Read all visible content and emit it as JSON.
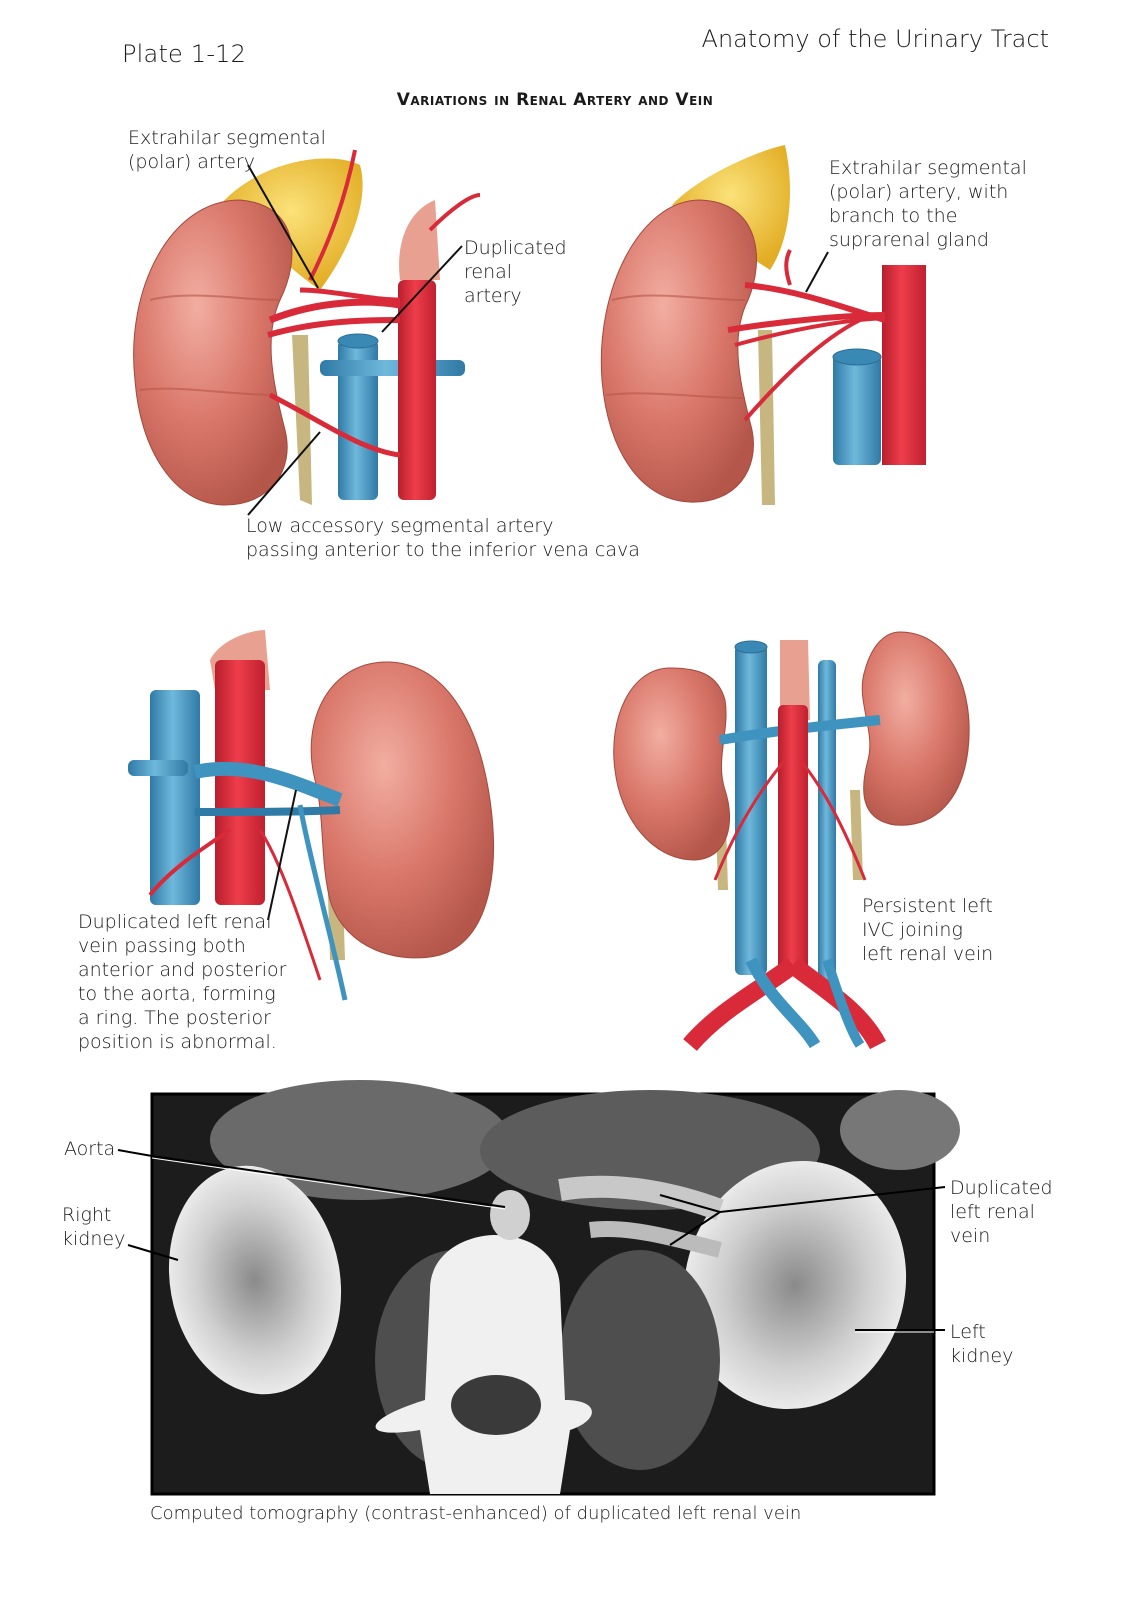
{
  "header": {
    "plate": "Plate 1-12",
    "chapter_title": "Anatomy of the Urinary Tract",
    "figure_title": "Variations in Renal Artery and Vein"
  },
  "panels": {
    "top_left": {
      "labels": {
        "polar_artery": "Extrahilar segmental\n(polar) artery",
        "duplicated_artery": "Duplicated\nrenal\nartery",
        "low_accessory": "Low accessory segmental artery\npassing anterior to the inferior vena cava"
      }
    },
    "top_right": {
      "labels": {
        "polar_artery_branch": "Extrahilar segmental\n(polar) artery, with\nbranch to the\nsuprarenal gland"
      }
    },
    "middle_left": {
      "labels": {
        "duplicated_vein": "Duplicated left renal\nvein passing both\nanterior and posterior\nto the aorta, forming\na ring. The posterior\nposition is abnormal."
      }
    },
    "middle_right": {
      "labels": {
        "persistent_ivc": "Persistent left\nIVC joining\nleft renal vein"
      }
    },
    "ct_scan": {
      "labels": {
        "aorta": "Aorta",
        "right_kidney": "Right\nkidney",
        "duplicated_vein": "Duplicated\nleft renal\nvein",
        "left_kidney": "Left\nkidney"
      },
      "caption": "Computed tomography (contrast-enhanced) of duplicated left renal vein"
    }
  },
  "colors": {
    "kidney": "#d9776a",
    "kidney_dark": "#b85548",
    "artery": "#d92a3a",
    "vein": "#3f93bf",
    "adrenal": "#f0c53a",
    "ureter": "#c8b680",
    "ct_bg": "#1c1c1c"
  }
}
